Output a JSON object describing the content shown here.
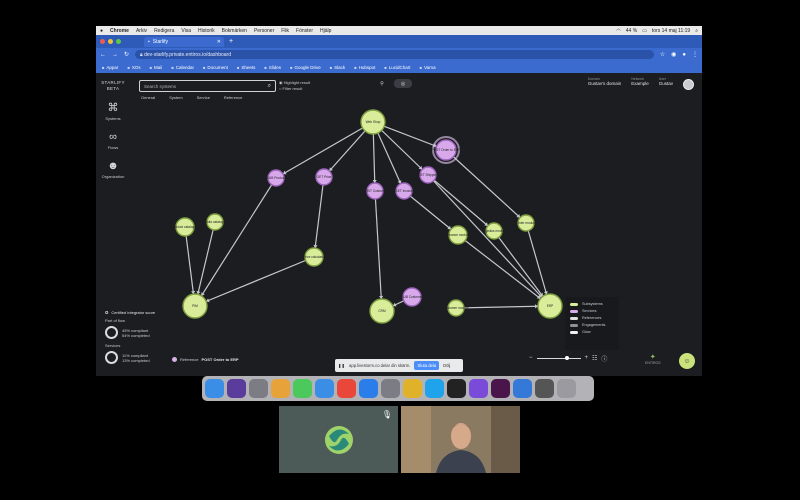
{
  "menubar": {
    "apple": "",
    "items": [
      "Chrome",
      "Arkiv",
      "Redigera",
      "Visa",
      "Historik",
      "Bokmärken",
      "Personer",
      "Flik",
      "Fönster",
      "Hjälp"
    ],
    "battery": "44 %",
    "datetime": "tors 14 maj  11:19"
  },
  "browser": {
    "tab_title": "Starlify",
    "tab_close": "✕",
    "new_tab": "+",
    "url": "dev-starlify.private.entiros.io/dashboard",
    "bookmarks": [
      "Appar",
      "XOs",
      "Mail",
      "Calendar",
      "Document",
      "Sheets",
      "Slides",
      "Google Drive",
      "Slack",
      "Hubspot",
      "LucidChart",
      "Varna"
    ]
  },
  "app": {
    "brand_line1": "STARLIFY",
    "brand_line2": "BETA",
    "nav": [
      {
        "label": "Systems",
        "icon": "network-icon"
      },
      {
        "label": "Flows",
        "icon": "flow-icon"
      },
      {
        "label": "Organization",
        "icon": "people-icon"
      }
    ],
    "search_placeholder": "Search systems",
    "filters": [
      "General",
      "System",
      "Service",
      "Reference"
    ],
    "options": [
      "Highlight result",
      "Filter result"
    ],
    "domain": {
      "label": "Domain",
      "value": "Gustav's domain"
    },
    "network": {
      "label": "Network",
      "value": "Example"
    },
    "user": {
      "label": "User",
      "value": "Gustav"
    },
    "score": {
      "title": "Certified integrator score",
      "part_of_flow_label": "Part of flow",
      "part_of_flow_line1": "45% compliant",
      "part_of_flow_line2": "54% completed",
      "services_label": "Services",
      "services_line1": "11% compliant",
      "services_line2": "13% completed"
    },
    "reference": {
      "prefix": "Reference",
      "value": "POST Order to ERP"
    },
    "legend": [
      "Subsystems",
      "Services",
      "References",
      "Engagements",
      "Glow"
    ],
    "zoom_minus": "−",
    "zoom_plus": "+",
    "logo_text": "ENTIROS",
    "chat_icon": "☺"
  },
  "graph": {
    "nodes": [
      {
        "id": "web-shop",
        "label": "Web Shop",
        "kind": "system"
      },
      {
        "id": "put-product",
        "label": "SUB Product",
        "kind": "service"
      },
      {
        "id": "get-price",
        "label": "GET Price",
        "kind": "service"
      },
      {
        "id": "post-customer",
        "label": "POST Customer",
        "kind": "service"
      },
      {
        "id": "get-invoice",
        "label": "GET Invoice",
        "kind": "service"
      },
      {
        "id": "get-shipping",
        "label": "GET Shipping",
        "kind": "service"
      },
      {
        "id": "post-order",
        "label": "POST Order to ERP",
        "kind": "service"
      },
      {
        "id": "product-catalogue",
        "label": "Product catalogue",
        "kind": "system"
      },
      {
        "id": "media-catalogue",
        "label": "Media catalogue",
        "kind": "system"
      },
      {
        "id": "price-calculator",
        "label": "Price calculator",
        "kind": "system"
      },
      {
        "id": "finance-module",
        "label": "Finance module",
        "kind": "system"
      },
      {
        "id": "logistics-module",
        "label": "Logistics module",
        "kind": "system"
      },
      {
        "id": "order-module",
        "label": "Order module",
        "kind": "system"
      },
      {
        "id": "sub-customer",
        "label": "SUB Customer",
        "kind": "service"
      },
      {
        "id": "customer-module",
        "label": "Customer module",
        "kind": "system"
      },
      {
        "id": "pim",
        "label": "PIM",
        "kind": "system"
      },
      {
        "id": "crm",
        "label": "CRM",
        "kind": "system"
      },
      {
        "id": "erp",
        "label": "ERP",
        "kind": "system"
      }
    ],
    "edges": [
      [
        "web-shop",
        "put-product"
      ],
      [
        "web-shop",
        "get-price"
      ],
      [
        "web-shop",
        "post-customer"
      ],
      [
        "web-shop",
        "get-invoice"
      ],
      [
        "web-shop",
        "get-shipping"
      ],
      [
        "web-shop",
        "post-order"
      ],
      [
        "put-product",
        "pim"
      ],
      [
        "get-price",
        "price-calculator"
      ],
      [
        "post-customer",
        "crm"
      ],
      [
        "get-invoice",
        "finance-module"
      ],
      [
        "get-shipping",
        "logistics-module"
      ],
      [
        "post-order",
        "order-module"
      ],
      [
        "product-catalogue",
        "pim"
      ],
      [
        "media-catalogue",
        "pim"
      ],
      [
        "price-calculator",
        "pim"
      ],
      [
        "finance-module",
        "erp"
      ],
      [
        "logistics-module",
        "erp"
      ],
      [
        "order-module",
        "erp"
      ],
      [
        "sub-customer",
        "crm"
      ],
      [
        "customer-module",
        "erp"
      ],
      [
        "get-shipping",
        "erp"
      ]
    ]
  },
  "share_popup": {
    "text": "app.livestorm.co delar din skärm.",
    "stop": "Sluta dela",
    "hide": "Dölj"
  },
  "dock": [
    {
      "name": "finder-icon",
      "color": "#3a8ee6"
    },
    {
      "name": "siri-icon",
      "color": "#5a3c9c"
    },
    {
      "name": "launchpad-icon",
      "color": "#7c7c84"
    },
    {
      "name": "photos-icon",
      "color": "#e8a23a"
    },
    {
      "name": "messages-icon",
      "color": "#4cc85c"
    },
    {
      "name": "mail-icon",
      "color": "#3a8ee6"
    },
    {
      "name": "calendar-icon",
      "color": "#e9473a"
    },
    {
      "name": "appstore-icon",
      "color": "#2b7de9"
    },
    {
      "name": "settings-icon",
      "color": "#7c7c84"
    },
    {
      "name": "chrome-icon",
      "color": "#e0b22a"
    },
    {
      "name": "skype-icon",
      "color": "#1fa3ea"
    },
    {
      "name": "terminal-icon",
      "color": "#222"
    },
    {
      "name": "notes-icon",
      "color": "#7a4bd8"
    },
    {
      "name": "slack-icon",
      "color": "#4a154b"
    },
    {
      "name": "browser-icon",
      "color": "#3478d8"
    },
    {
      "name": "preview-icon",
      "color": "#555"
    },
    {
      "name": "trash-icon",
      "color": "#9a9aa0"
    }
  ]
}
